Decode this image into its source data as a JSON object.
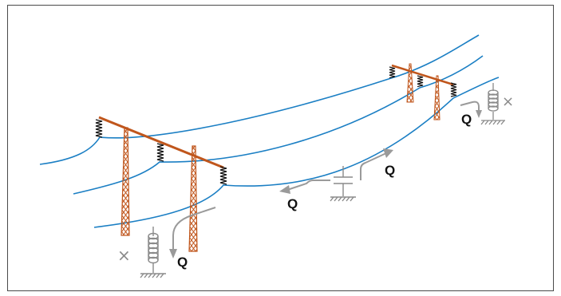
{
  "labels": {
    "q_left_bottom": "Q",
    "q_mid_left": "Q",
    "q_mid_right": "Q",
    "q_right_top": "Q",
    "x_mark_left": "×",
    "x_mark_right": "×"
  },
  "colors": {
    "conductor": "#1b7fc4",
    "tower": "#c0561c",
    "arrow": "#9a9a9a",
    "equipment": "#8a8a8a",
    "insulator": "#111111",
    "frame": "#4a4a4a"
  },
  "icons": [
    "transmission-tower-icon",
    "insulator-icon",
    "reactor-coil-icon",
    "capacitor-icon",
    "ground-icon",
    "arrow-icon",
    "disconnect-x-icon"
  ]
}
